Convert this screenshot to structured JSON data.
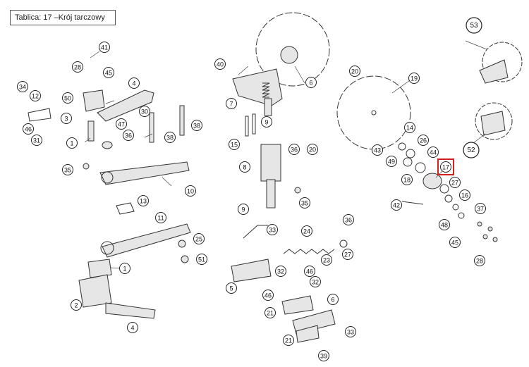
{
  "title": "Tablica: 17 –Krój tarczowy",
  "highlight_color": "#d21f1f",
  "highlighted_callout": "17",
  "callouts": [
    {
      "id": "c41",
      "label": "41"
    },
    {
      "id": "c28a",
      "label": "28"
    },
    {
      "id": "c45a",
      "label": "45"
    },
    {
      "id": "c34",
      "label": "34"
    },
    {
      "id": "c50",
      "label": "50"
    },
    {
      "id": "c12",
      "label": "12"
    },
    {
      "id": "c3",
      "label": "3"
    },
    {
      "id": "c4a",
      "label": "4"
    },
    {
      "id": "c30",
      "label": "30"
    },
    {
      "id": "c46a",
      "label": "46"
    },
    {
      "id": "c31",
      "label": "31"
    },
    {
      "id": "c47",
      "label": "47"
    },
    {
      "id": "c36a",
      "label": "36"
    },
    {
      "id": "c38a",
      "label": "38"
    },
    {
      "id": "c38b",
      "label": "38"
    },
    {
      "id": "c1a",
      "label": "1"
    },
    {
      "id": "c35a",
      "label": "35"
    },
    {
      "id": "c10",
      "label": "10"
    },
    {
      "id": "c13",
      "label": "13"
    },
    {
      "id": "c11",
      "label": "11"
    },
    {
      "id": "c25",
      "label": "25"
    },
    {
      "id": "c51",
      "label": "51"
    },
    {
      "id": "c1b",
      "label": "1"
    },
    {
      "id": "c2",
      "label": "2"
    },
    {
      "id": "c4b",
      "label": "4"
    },
    {
      "id": "c40",
      "label": "40"
    },
    {
      "id": "c6a",
      "label": "6"
    },
    {
      "id": "c7",
      "label": "7"
    },
    {
      "id": "c9a",
      "label": "9"
    },
    {
      "id": "c15",
      "label": "15"
    },
    {
      "id": "c8",
      "label": "8"
    },
    {
      "id": "c36b",
      "label": "36"
    },
    {
      "id": "c20a",
      "label": "20"
    },
    {
      "id": "c35b",
      "label": "35"
    },
    {
      "id": "c9b",
      "label": "9"
    },
    {
      "id": "c33a",
      "label": "33"
    },
    {
      "id": "c24",
      "label": "24"
    },
    {
      "id": "c36c",
      "label": "36"
    },
    {
      "id": "c27a",
      "label": "27"
    },
    {
      "id": "c23",
      "label": "23"
    },
    {
      "id": "c5",
      "label": "5"
    },
    {
      "id": "c32a",
      "label": "32"
    },
    {
      "id": "c46b",
      "label": "46"
    },
    {
      "id": "c32b",
      "label": "32"
    },
    {
      "id": "c46c",
      "label": "46"
    },
    {
      "id": "c21a",
      "label": "21"
    },
    {
      "id": "c6b",
      "label": "6"
    },
    {
      "id": "c21b",
      "label": "21"
    },
    {
      "id": "c33b",
      "label": "33"
    },
    {
      "id": "c39",
      "label": "39"
    },
    {
      "id": "c20b",
      "label": "20"
    },
    {
      "id": "c19",
      "label": "19"
    },
    {
      "id": "c14",
      "label": "14"
    },
    {
      "id": "c26",
      "label": "26"
    },
    {
      "id": "c43",
      "label": "43"
    },
    {
      "id": "c49",
      "label": "49"
    },
    {
      "id": "c44",
      "label": "44"
    },
    {
      "id": "c17",
      "label": "17"
    },
    {
      "id": "c18a",
      "label": "18"
    },
    {
      "id": "c27b",
      "label": "27"
    },
    {
      "id": "c16",
      "label": "16"
    },
    {
      "id": "c42",
      "label": "42"
    },
    {
      "id": "c37",
      "label": "37"
    },
    {
      "id": "c48",
      "label": "48"
    },
    {
      "id": "c45b",
      "label": "45"
    },
    {
      "id": "c28b",
      "label": "28"
    },
    {
      "id": "c53",
      "label": "53"
    },
    {
      "id": "c52",
      "label": "52"
    }
  ]
}
